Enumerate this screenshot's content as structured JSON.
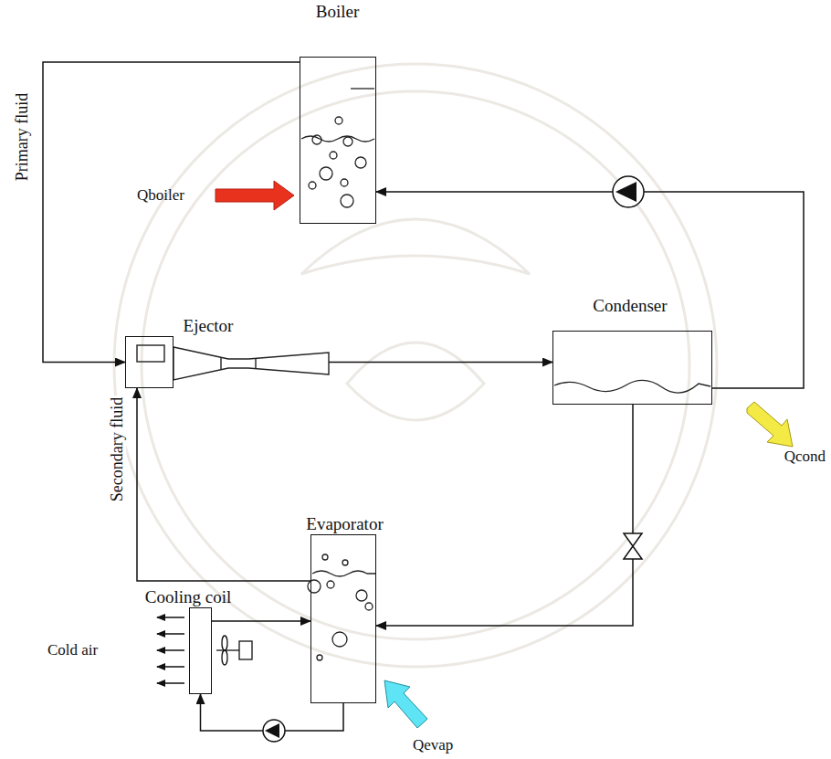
{
  "diagram": {
    "nodes": [
      {
        "text": [
          "Boiler"
        ]
      },
      {
        "text": [
          "Ejector"
        ]
      },
      {
        "text": [
          "Condenser"
        ]
      },
      {
        "text": [
          "Evaporator"
        ]
      },
      {
        "text": [
          "Cooling coil"
        ]
      }
    ],
    "edges": [
      {
        "from": 0,
        "to": 1,
        "arrow": "to",
        "label": "Primary fluid"
      },
      {
        "from": 1,
        "to": 2,
        "arrow": "to"
      },
      {
        "from": 2,
        "to": 0,
        "arrow": "to"
      },
      {
        "from": 2,
        "to": 3,
        "arrow": "to"
      },
      {
        "from": 3,
        "to": 1,
        "arrow": "to",
        "label": "Secondary fluid"
      },
      {
        "from": 4,
        "to": 3,
        "arrow": "to"
      },
      {
        "from": 3,
        "to": 4,
        "arrow": "to"
      }
    ],
    "labels": [
      "Qboiler",
      "Qcond",
      "Qevap",
      "Cold air"
    ]
  }
}
